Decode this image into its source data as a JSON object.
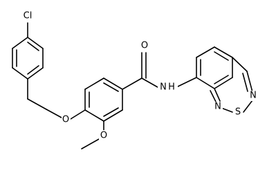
{
  "structure": {
    "atoms": {
      "cl": "Cl",
      "ether_o": "O",
      "methoxy_o": "O",
      "carbonyl_o": "O",
      "amide_n": "N",
      "amide_h": "H",
      "ring_n_top": "N",
      "ring_s": "S",
      "ring_n_bottom": "N"
    }
  }
}
